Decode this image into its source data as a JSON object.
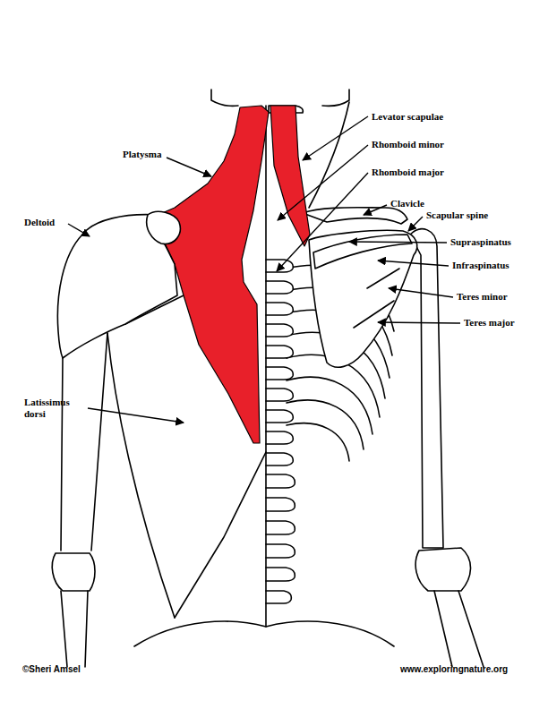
{
  "diagram": {
    "labels": [
      "Levator scapulae",
      "Platysma",
      "Rhomboid minor",
      "Rhomboid major",
      "Deltoid",
      "Clavicle",
      "Scapular spine",
      "Supraspinatus",
      "Infraspinatus",
      "Teres minor",
      "Teres major",
      "Latissimus dorsi",
      "©Sheri Amsel",
      "www.exploringnature.org"
    ]
  }
}
